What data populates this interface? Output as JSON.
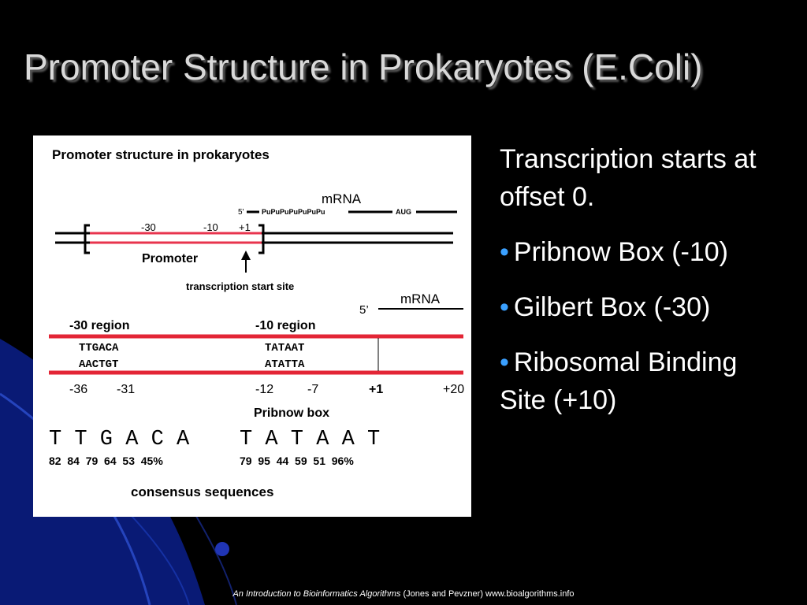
{
  "slide": {
    "title": "Promoter Structure in Prokaryotes (E.Coli)",
    "bullets": {
      "intro": "Transcription starts at offset 0.",
      "items": [
        "Pribnow Box (-10)",
        "Gilbert Box (-30)",
        "Ribosomal Binding Site (+10)"
      ],
      "bullet_char": "•"
    },
    "footer": {
      "book": "An Introduction to Bioinformatics Algorithms",
      "rest": " (Jones and Pevzner) www.bioalgorithms.info"
    }
  },
  "figure": {
    "heading": "Promoter structure in prokaryotes",
    "top": {
      "mrna_label": "mRNA",
      "five_prime": "5'",
      "pu_seq": "PuPuPuPuPuPuPu",
      "aug": "AUG",
      "pos_minus30": "-30",
      "pos_minus10": "-10",
      "pos_plus1": "+1",
      "promoter": "Promoter",
      "tss": "transcription start site"
    },
    "middle": {
      "five_prime": "5’",
      "mrna_label": "mRNA",
      "region_minus30": "-30 region",
      "region_minus10": "-10 region",
      "seq_top_1": "TTGACA",
      "seq_bot_1": "AACTGT",
      "seq_top_2": "TATAAT",
      "seq_bot_2": "ATATTA",
      "coords": [
        "-36",
        "-31",
        "-12",
        "-7",
        "+1",
        "+20"
      ],
      "pribnow": "Pribnow box"
    },
    "consensus": {
      "seq1": "T T G A C A",
      "seq2": "T A T A A T",
      "pct1": "82  84  79  64  53  45%",
      "pct2": "79  95  44  59  51  96%",
      "label": "consensus sequences"
    },
    "colors": {
      "strand": "#000000",
      "promoter_line": "#e8344e",
      "region_line": "#e32636"
    }
  }
}
